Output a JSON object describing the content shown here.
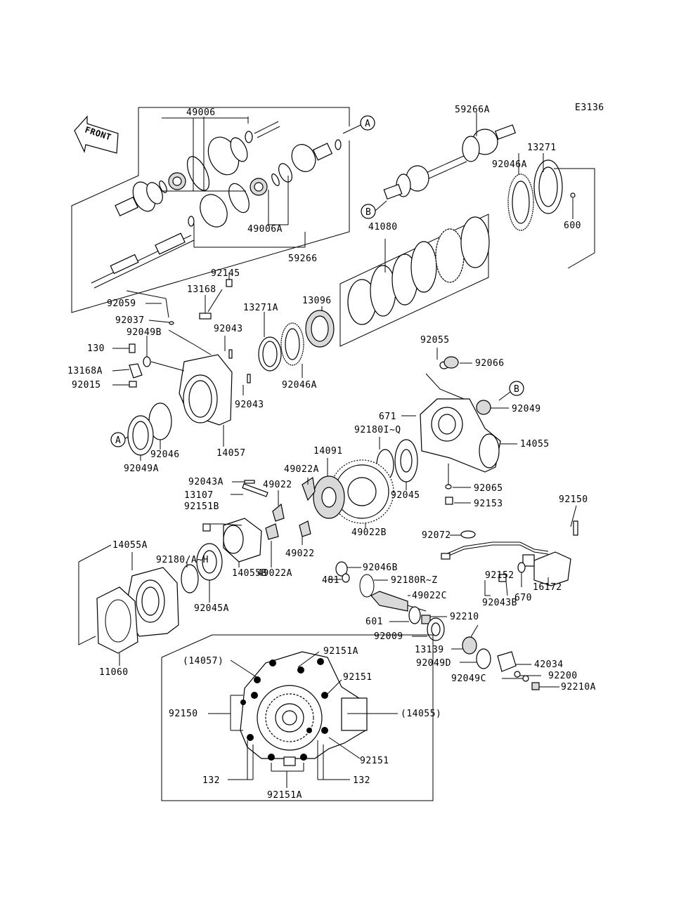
{
  "diagram_code": "E3136",
  "front_label": "FRONT",
  "callouts": {
    "a": "A",
    "b": "B"
  },
  "labels": {
    "p49006": "49006",
    "p49006a": "49006A",
    "p59266": "59266",
    "p59266a": "59266A",
    "p13271": "13271",
    "p92046a_top": "92046A",
    "p600": "600",
    "p41080": "41080",
    "p92145": "92145",
    "p13168": "13168",
    "p13096": "13096",
    "p92059": "92059",
    "p92037": "92037",
    "p13271a": "13271A",
    "p92049b": "92049B",
    "p92043_top": "92043",
    "p130": "130",
    "p13168a": "13168A",
    "p92015": "92015",
    "p92046a_mid": "92046A",
    "p92043_mid": "92043",
    "p92055": "92055",
    "p92066": "92066",
    "p92049": "92049",
    "p671": "671",
    "p92180iq": "92180I~Q",
    "p14055": "14055",
    "p14057": "14057",
    "p92046": "92046",
    "p92049a": "92049A",
    "p14091": "14091",
    "p49022a_top": "49022A",
    "p92043a": "92043A",
    "p49022_top": "49022",
    "p13107": "13107",
    "p92045": "92045",
    "p92065": "92065",
    "p92153": "92153",
    "p92151b": "92151B",
    "p92150_right": "92150",
    "p49022b": "49022B",
    "p14055a": "14055A",
    "p92180ah": "92180/A~H",
    "p49022_bot": "49022",
    "p92072": "92072",
    "p92046b": "92046B",
    "p481": "481",
    "p92180rz": "92180R~Z",
    "p49022a_bot": "49022A",
    "p14055b": "14055B",
    "p92152": "92152",
    "p670": "670",
    "p16172": "16172",
    "p92045a": "92045A",
    "p49022c": "49022C",
    "p92043b": "92043B",
    "p601": "601",
    "p92210": "92210",
    "p92009": "92009",
    "p13139": "13139",
    "p11060": "11060",
    "p92049d": "92049D",
    "p42034": "42034",
    "p92151a_top": "92151A",
    "p14057_paren": "(14057)",
    "p92200": "92200",
    "p92049c": "92049C",
    "p92210a": "92210A",
    "p92151_upper": "92151",
    "p92150_inset": "92150",
    "p14055_paren": "(14055)",
    "p92151_lower": "92151",
    "p132_left": "132",
    "p132_right": "132",
    "p92151a_bot": "92151A"
  }
}
